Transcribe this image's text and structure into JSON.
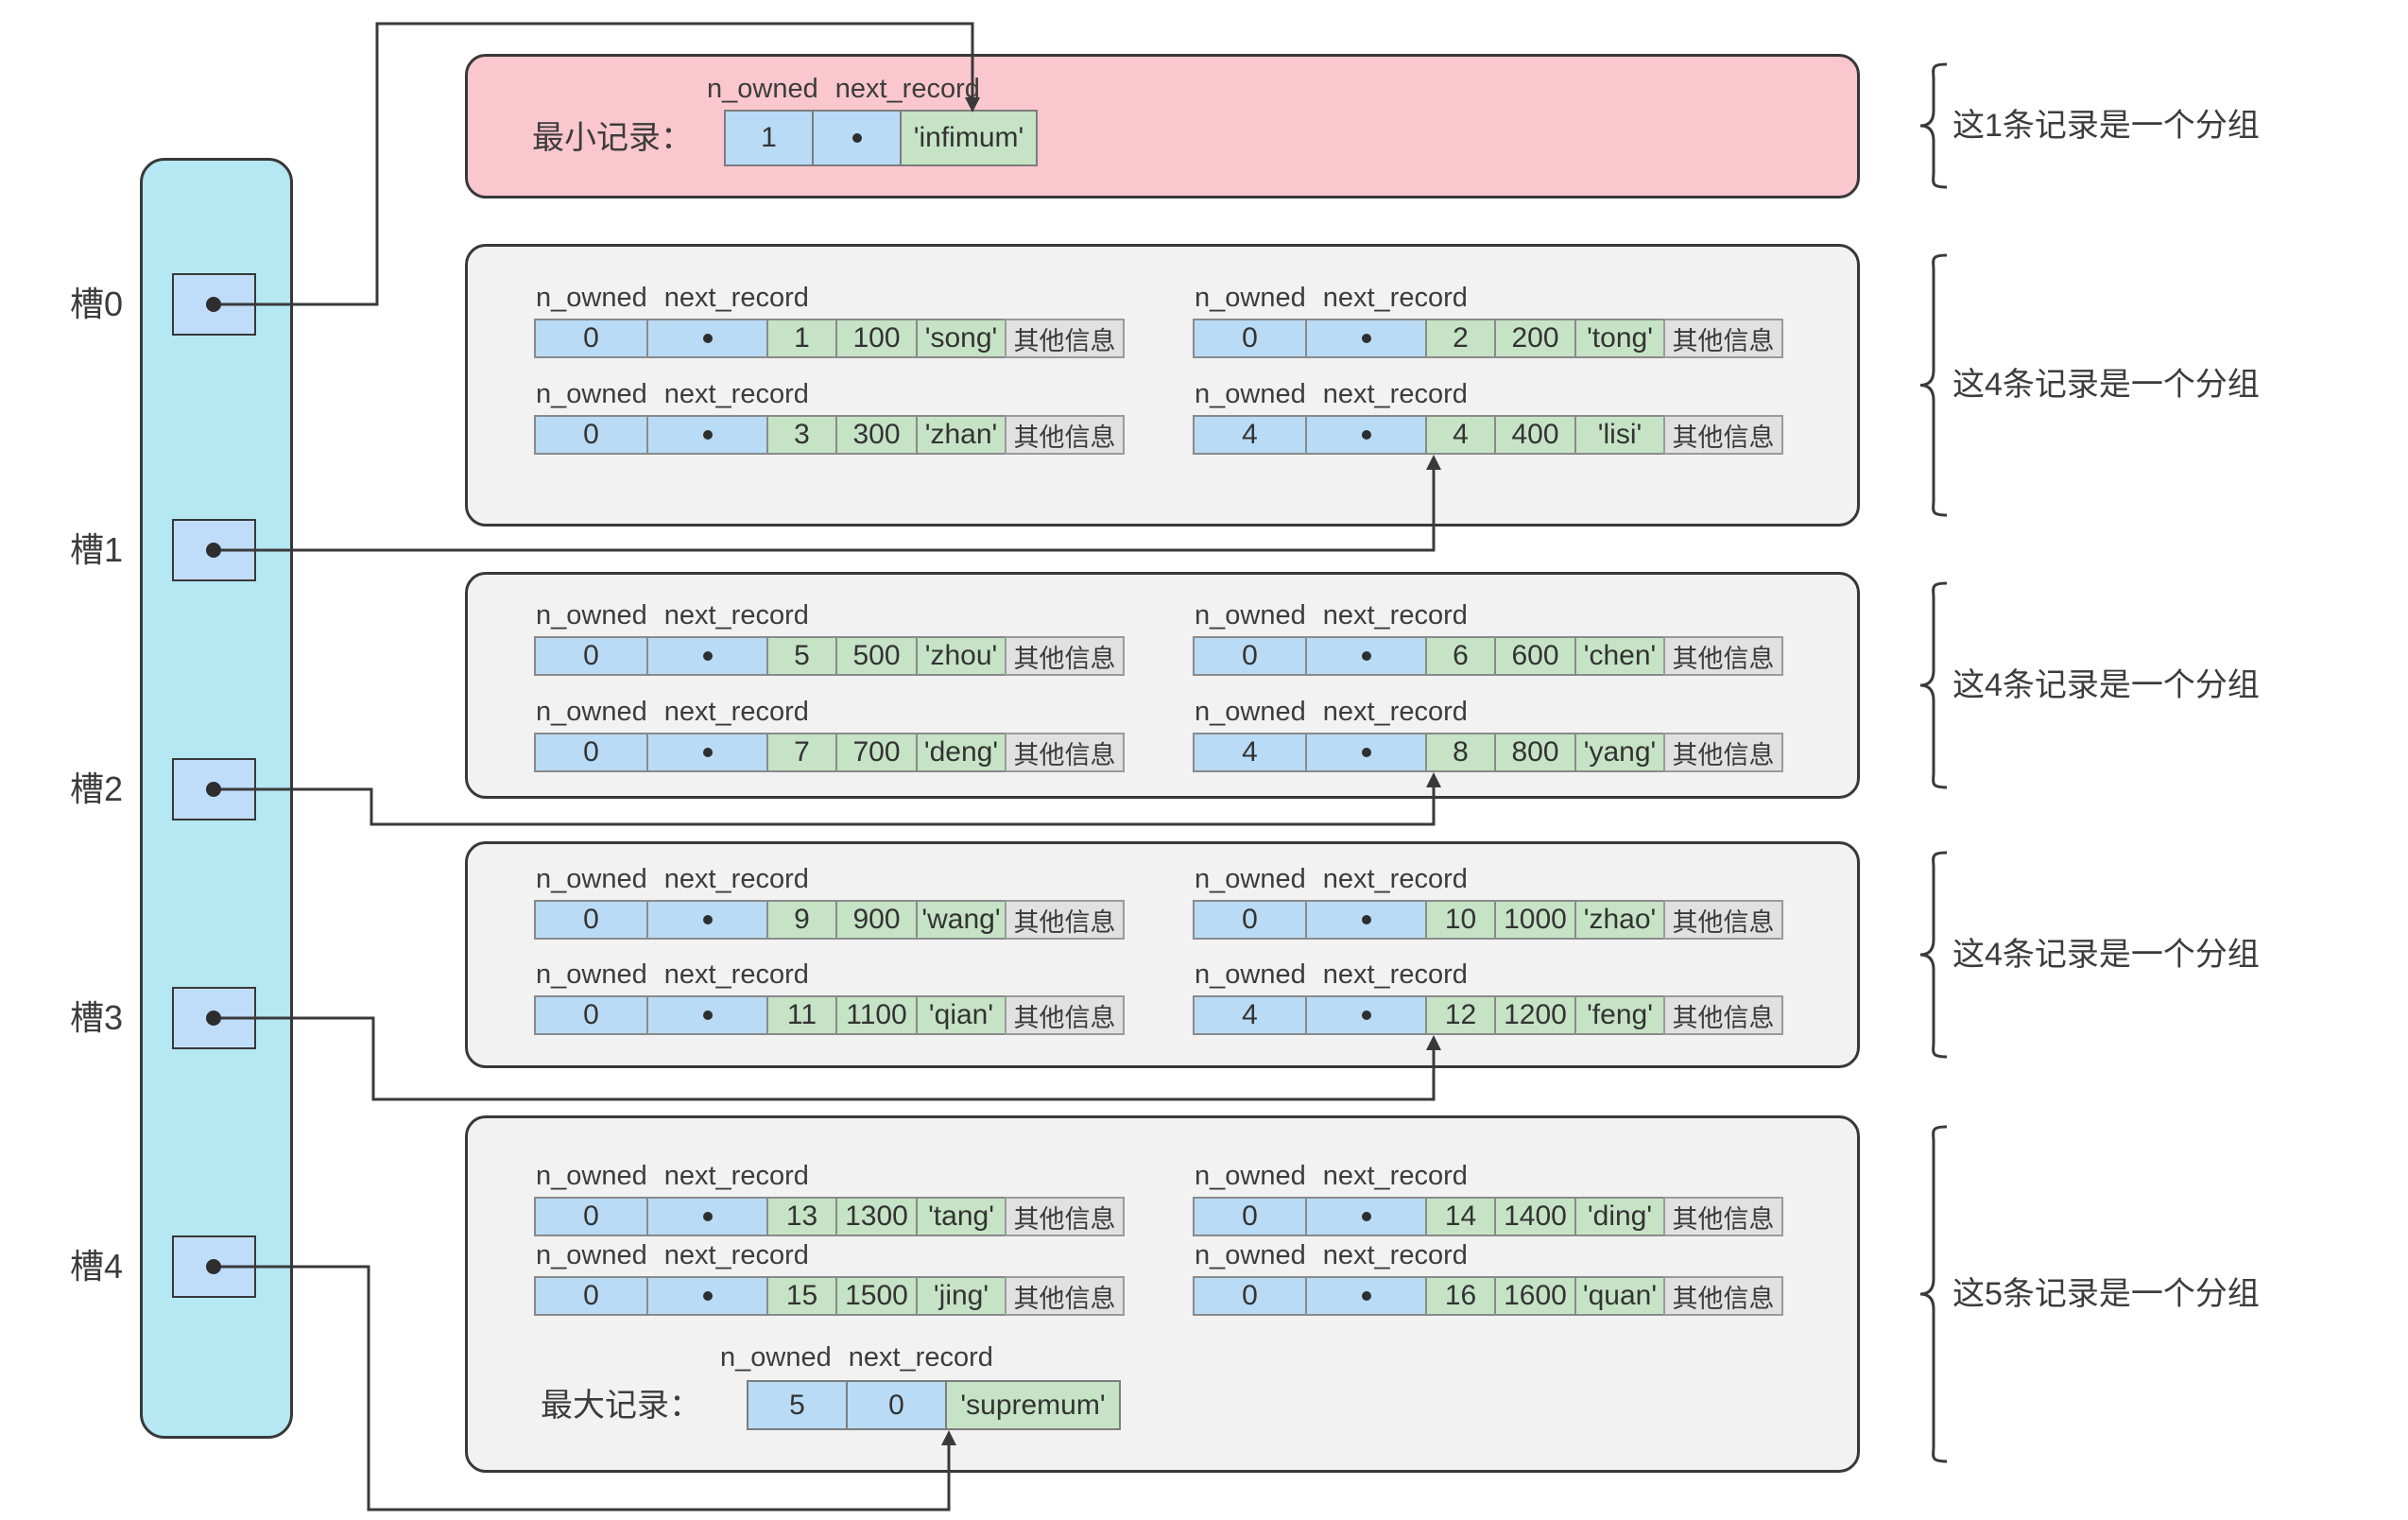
{
  "labels": {
    "n_owned": "n_owned",
    "next_record": "next_record",
    "other_info": "其他信息",
    "min_record": "最小记录：",
    "max_record": "最大记录：",
    "pointer_dot_icon": "•"
  },
  "colors": {
    "slot_column": "#b5e8f2",
    "slot_box": "#bfddf8",
    "min_group": "#fbc7cf",
    "group_box": "#f2f2f2",
    "cell_blue": "#b9dbf5",
    "cell_green": "#c6e3c6",
    "cell_gray": "#e1e1e1",
    "line": "#3a3a3a"
  },
  "slots": [
    {
      "label": "槽0"
    },
    {
      "label": "槽1"
    },
    {
      "label": "槽2"
    },
    {
      "label": "槽3"
    },
    {
      "label": "槽4"
    }
  ],
  "infimum": {
    "n_owned": "1",
    "name": "'infimum'"
  },
  "supremum": {
    "n_owned": "5",
    "next_record": "0",
    "name": "'supremum'"
  },
  "groups": [
    {
      "label": "这1条记录是一个分组",
      "records": []
    },
    {
      "label": "这4条记录是一个分组",
      "records": [
        {
          "n_owned": "0",
          "key": "1",
          "value": "100",
          "name": "'song'"
        },
        {
          "n_owned": "0",
          "key": "2",
          "value": "200",
          "name": "'tong'"
        },
        {
          "n_owned": "0",
          "key": "3",
          "value": "300",
          "name": "'zhan'"
        },
        {
          "n_owned": "4",
          "key": "4",
          "value": "400",
          "name": "'lisi'"
        }
      ]
    },
    {
      "label": "这4条记录是一个分组",
      "records": [
        {
          "n_owned": "0",
          "key": "5",
          "value": "500",
          "name": "'zhou'"
        },
        {
          "n_owned": "0",
          "key": "6",
          "value": "600",
          "name": "'chen'"
        },
        {
          "n_owned": "0",
          "key": "7",
          "value": "700",
          "name": "'deng'"
        },
        {
          "n_owned": "4",
          "key": "8",
          "value": "800",
          "name": "'yang'"
        }
      ]
    },
    {
      "label": "这4条记录是一个分组",
      "records": [
        {
          "n_owned": "0",
          "key": "9",
          "value": "900",
          "name": "'wang'"
        },
        {
          "n_owned": "0",
          "key": "10",
          "value": "1000",
          "name": "'zhao'"
        },
        {
          "n_owned": "0",
          "key": "11",
          "value": "1100",
          "name": "'qian'"
        },
        {
          "n_owned": "4",
          "key": "12",
          "value": "1200",
          "name": "'feng'"
        }
      ]
    },
    {
      "label": "这5条记录是一个分组",
      "records": [
        {
          "n_owned": "0",
          "key": "13",
          "value": "1300",
          "name": "'tang'"
        },
        {
          "n_owned": "0",
          "key": "14",
          "value": "1400",
          "name": "'ding'"
        },
        {
          "n_owned": "0",
          "key": "15",
          "value": "1500",
          "name": "'jing'"
        },
        {
          "n_owned": "0",
          "key": "16",
          "value": "1600",
          "name": "'quan'"
        }
      ]
    }
  ]
}
